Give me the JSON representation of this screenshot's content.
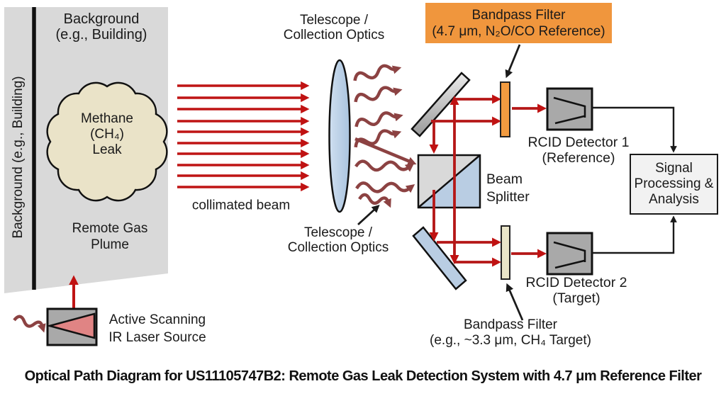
{
  "caption": "Optical Path Diagram for US11105747B2: Remote Gas Leak Detection System with 4.7 μm Reference Filter",
  "background_panel": {
    "top_label": [
      "Background",
      "(e.g., Building)"
    ],
    "side_label": "Background (e.g., Building)",
    "plume_label": [
      "Remote Gas",
      "Plume"
    ]
  },
  "cloud": {
    "label": [
      "Methane",
      "(CH₄)",
      "Leak"
    ]
  },
  "beam": {
    "label": "collimated beam"
  },
  "telescope_top": {
    "label": [
      "Telescope /",
      "Collection Optics"
    ]
  },
  "telescope_bottom": {
    "label": [
      "Telescope /",
      "Collection Optics"
    ]
  },
  "bandpass_reference": {
    "label": [
      "Bandpass Filter",
      "(4.7 μm, N₂O/CO Reference)"
    ]
  },
  "bandpass_target": {
    "label": [
      "Bandpass Filter",
      "(e.g., ~3.3 μm, CH₄ Target)"
    ]
  },
  "beam_splitter": {
    "label": [
      "Beam",
      "Splitter"
    ]
  },
  "detector1": {
    "label": [
      "RCID Detector 1",
      "(Reference)"
    ]
  },
  "detector2": {
    "label": [
      "RCID Detector 2",
      "(Target)"
    ]
  },
  "signal_processing": {
    "label": [
      "Signal",
      "Processing &",
      "Analysis"
    ]
  },
  "laser": {
    "label": [
      "Active Scanning",
      "IR Laser Source"
    ]
  },
  "colors": {
    "accent_orange": "#f0963d",
    "beam_red": "#bf1414",
    "scattered_red": "#8c4242",
    "optics_blue": "#b9cde3",
    "panel_gray": "#d9d9d9",
    "detector_gray": "#a9a9a9",
    "laser_pink": "#e08484"
  }
}
